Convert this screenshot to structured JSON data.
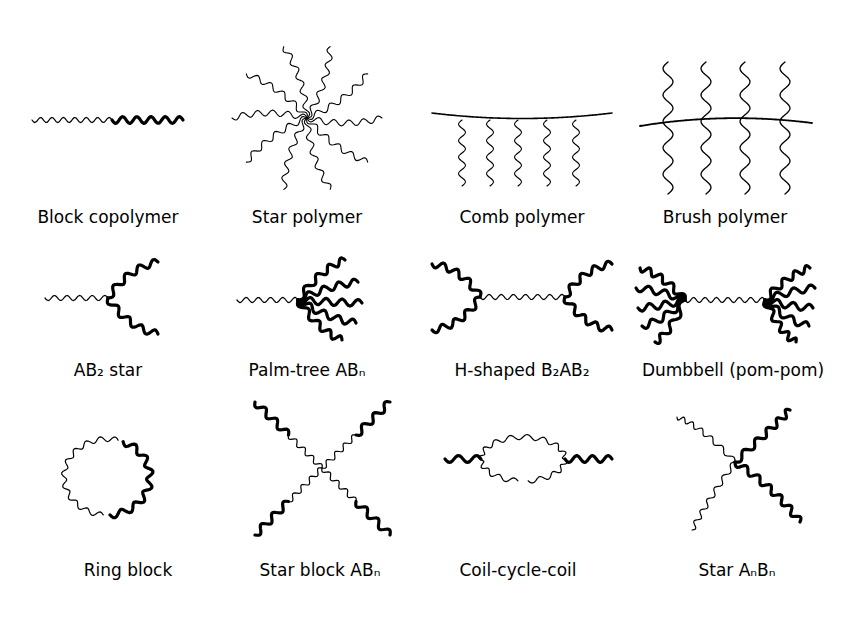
{
  "diagram": {
    "labels": [
      "Block copolymer",
      "Star polymer",
      "Comb polymer",
      "Brush polymer",
      "AB₂ star",
      "Palm-tree ABₙ",
      "H-shaped B₂AB₂",
      "Dumbbell (pom-pom)",
      "Ring block",
      "Star block ABₙ",
      "Coil-cycle-coil",
      "Star AₙBₙ"
    ]
  }
}
